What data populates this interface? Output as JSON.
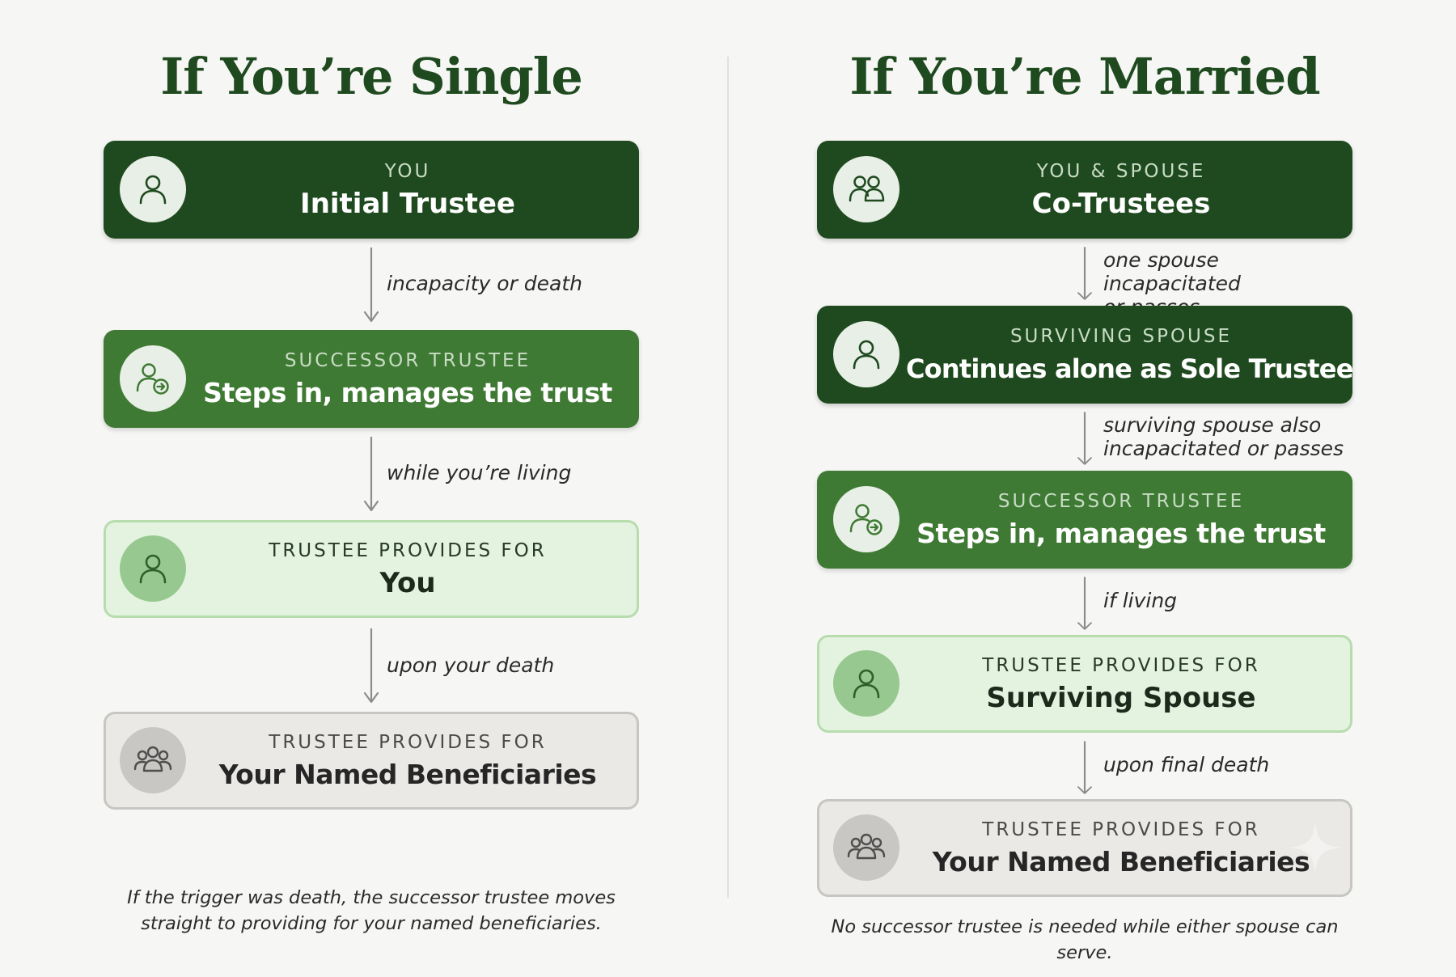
{
  "single": {
    "title": "If You’re Single",
    "cards": [
      {
        "label": "YOU",
        "name": "Initial Trustee",
        "icon": "person-icon"
      },
      {
        "label": "SUCCESSOR TRUSTEE",
        "name": "Steps in, manages the trust",
        "icon": "person-arrow-icon"
      },
      {
        "label": "TRUSTEE PROVIDES FOR",
        "name": "You",
        "icon": "person-icon"
      },
      {
        "label": "TRUSTEE PROVIDES FOR",
        "name": "Your Named Beneficiaries",
        "icon": "group-icon"
      }
    ],
    "transitions": [
      "incapacity or death",
      "while you’re living",
      "upon your death"
    ],
    "note": [
      "If the trigger was death, the successor trustee moves",
      "straight to providing for your named beneficiaries."
    ]
  },
  "married": {
    "title": "If You’re Married",
    "cards": [
      {
        "label": "YOU & SPOUSE",
        "name": "Co-Trustees",
        "icon": "two-people-icon"
      },
      {
        "label": "SURVIVING SPOUSE",
        "name": "Continues alone as Sole Trustee",
        "icon": "person-icon"
      },
      {
        "label": "SUCCESSOR TRUSTEE",
        "name": "Steps in, manages the trust",
        "icon": "person-arrow-icon"
      },
      {
        "label": "TRUSTEE PROVIDES FOR",
        "name": "Surviving Spouse",
        "icon": "person-icon"
      },
      {
        "label": "TRUSTEE PROVIDES FOR",
        "name": "Your Named Beneficiaries",
        "icon": "group-icon"
      }
    ],
    "transitions": [
      [
        "one spouse incapacitated",
        "or passes"
      ],
      [
        "surviving spouse also",
        "incapacitated or passes"
      ],
      [
        "if living"
      ],
      [
        "upon final death"
      ]
    ],
    "note": "No successor trustee is needed while either spouse can serve."
  },
  "colors": {
    "dark_green": "#1f4a1f",
    "mid_green": "#3f7a34",
    "light_green": "#e4f3df",
    "grey": "#ebe9e6"
  }
}
